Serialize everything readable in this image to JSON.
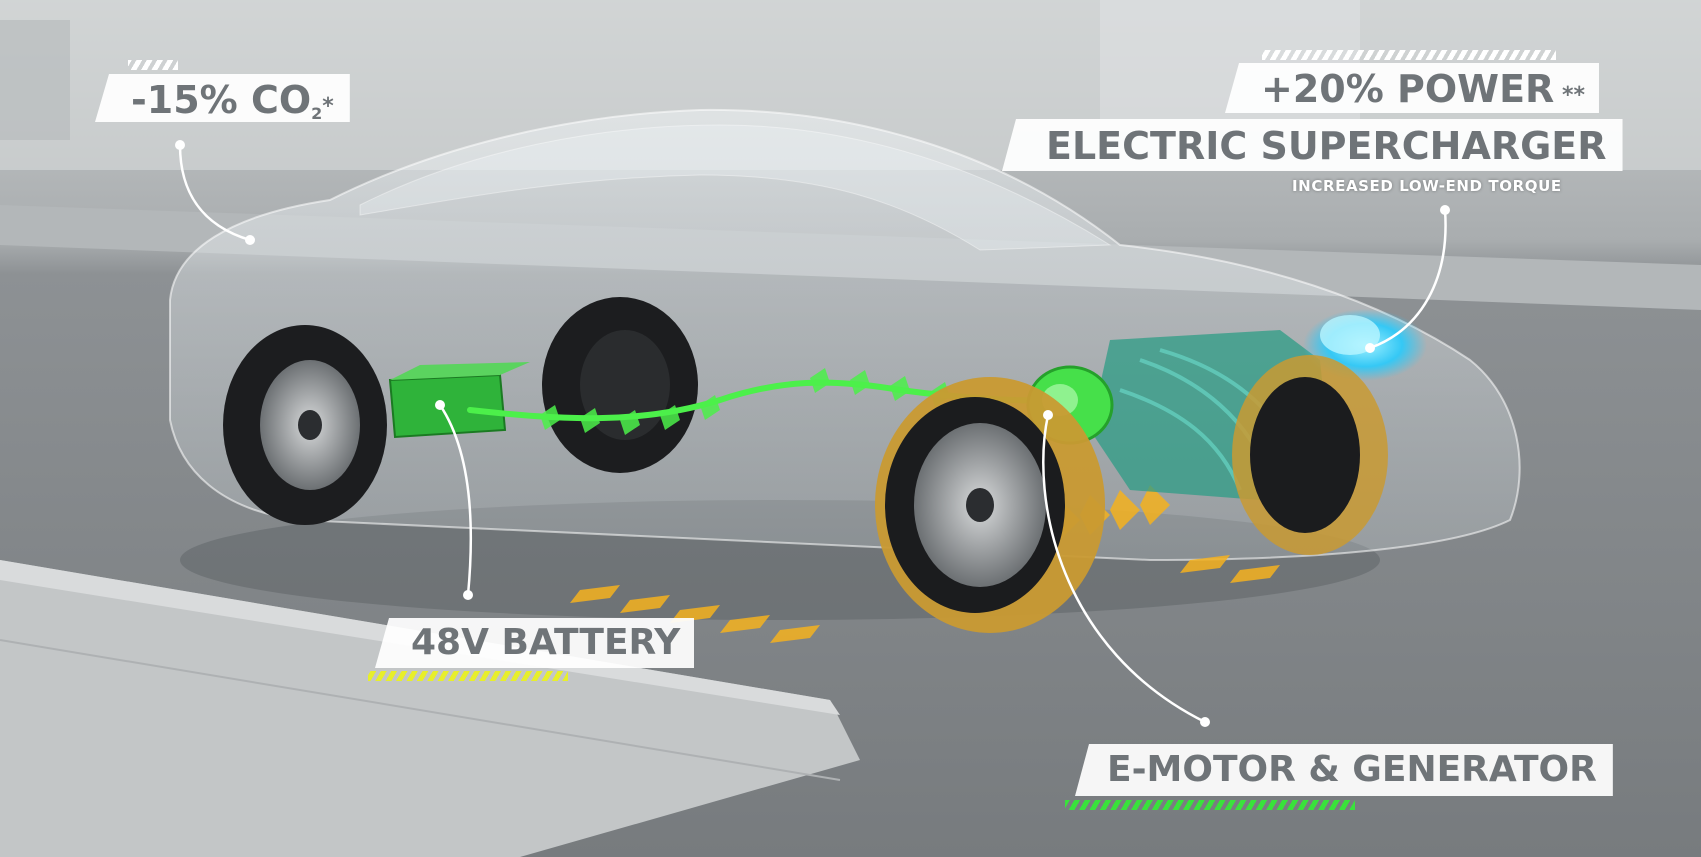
{
  "callouts": {
    "co2": {
      "main": "-15% CO",
      "subscript": "2",
      "suffix": "*"
    },
    "power": {
      "main": "+20% POWER",
      "suffix": " **"
    },
    "supercharger": {
      "title": "ELECTRIC SUPERCHARGER",
      "subtitle": "INCREASED LOW-END TORQUE"
    },
    "battery": {
      "title": "48V BATTERY"
    },
    "emotor": {
      "title": "E-MOTOR & GENERATOR"
    }
  },
  "colors": {
    "label_text": "#6f7478",
    "label_bg": "#ffffff",
    "battery_accent": "#e7ee2c",
    "emotor_accent": "#39e23b",
    "energy_flow": "#4cf04a",
    "supercharger_glow": "#35c8f5",
    "torque_flow": "#f5b21f",
    "tire_highlight": "#c99a32"
  }
}
